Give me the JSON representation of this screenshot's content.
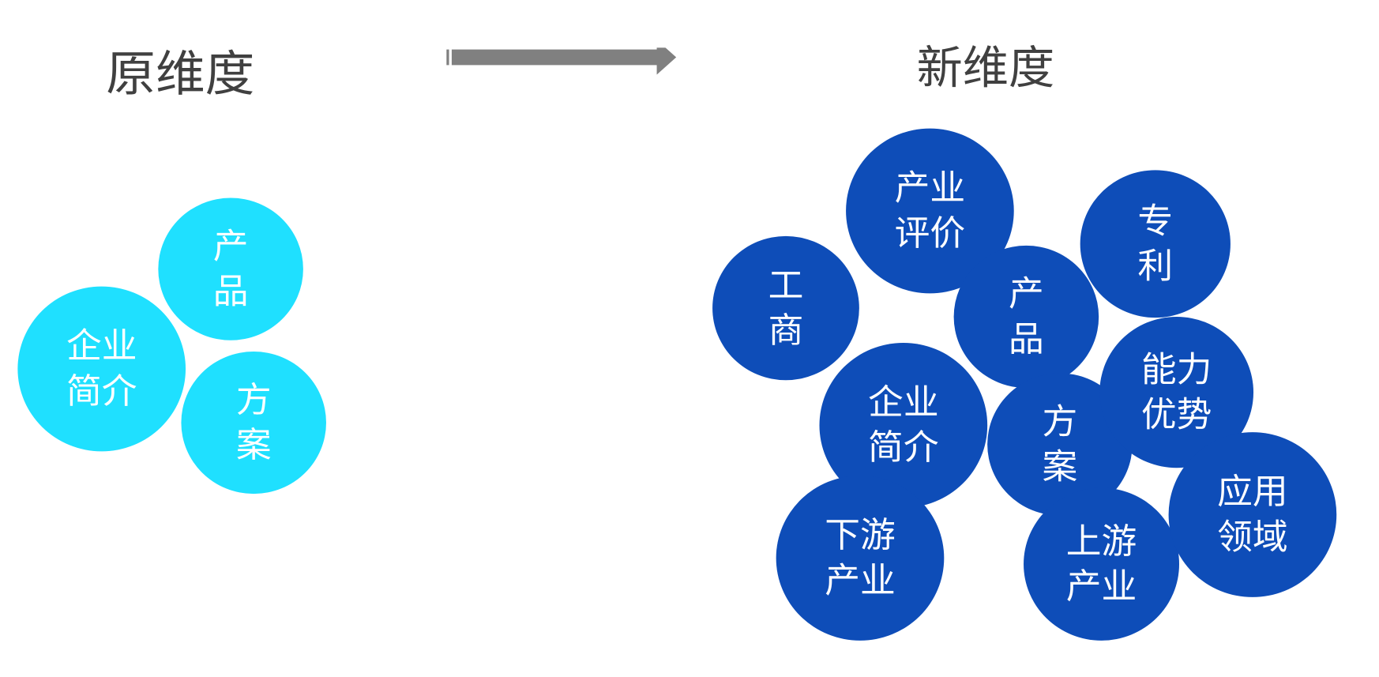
{
  "left_title": "原维度",
  "right_title": "新维度",
  "colors": {
    "old": "#1fe0ff",
    "new": "#0e4db8",
    "arrow": "#808080"
  },
  "old_dimensions": [
    "企业简介",
    "产品",
    "方案"
  ],
  "new_dimensions": [
    "产业评价",
    "工商",
    "专利",
    "产品",
    "企业简介",
    "能力优势",
    "方案",
    "下游产业",
    "应用领域",
    "上游产业"
  ]
}
